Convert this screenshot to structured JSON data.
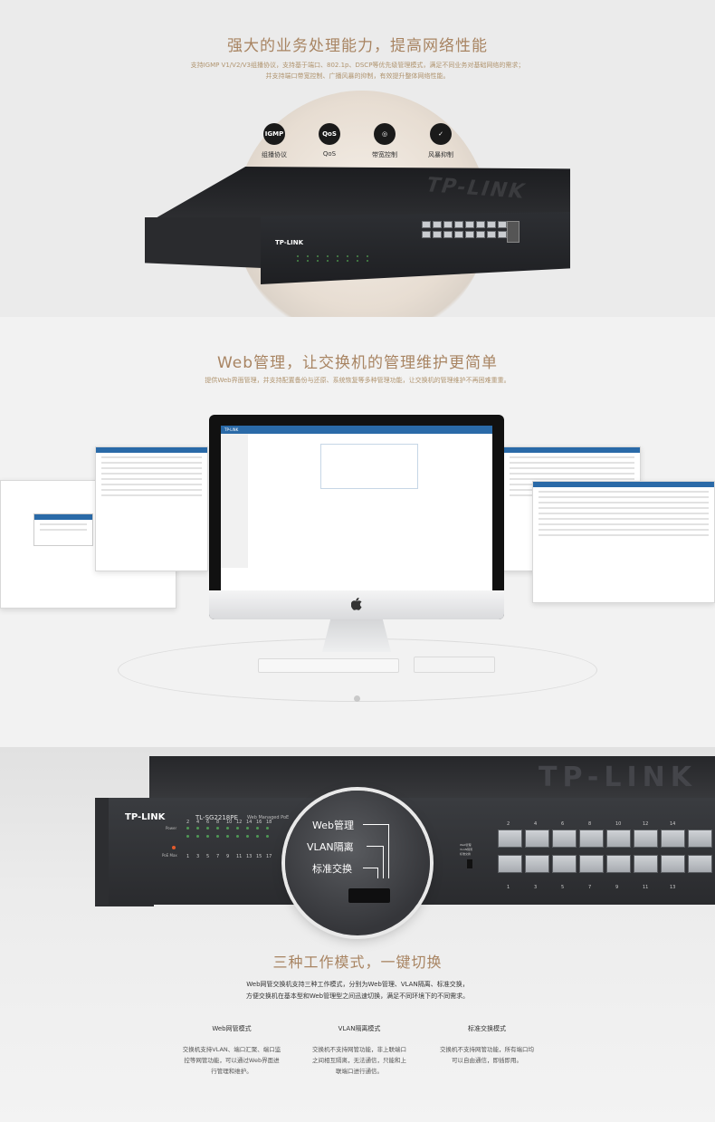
{
  "section1": {
    "title": "强大的业务处理能力，提高网络性能",
    "desc_line1": "支持IGMP V1/V2/V3组播协议，支持基于端口、802.1p、DSCP等优先级管理模式，满足不同业务对基础网络的需求；",
    "desc_line2": "并支持端口带宽控制、广播风暴的抑制，有效提升整体网络性能。",
    "features": [
      {
        "icon_text": "IGMP",
        "icon": "igmp-icon",
        "label": "组播协议"
      },
      {
        "icon_text": "QoS",
        "icon": "qos-icon",
        "label": "QoS"
      },
      {
        "icon_text": "◎",
        "icon": "bandwidth-icon",
        "label": "带宽控制"
      },
      {
        "icon_text": "✓",
        "icon": "storm-icon",
        "label": "风暴抑制"
      }
    ],
    "switch_brand": "TP-LINK",
    "switch_emboss": "TP-LINK"
  },
  "section2": {
    "title": "Web管理，让交换机的管理维护更简单",
    "desc": "提供Web界面管理，并支持配置备份与还原、系统恢复等多种管理功能，让交换机的管理维护不再困难重重。",
    "screen_brand": "TP-LINK",
    "apple_logo": ""
  },
  "section3": {
    "emboss": "TP-LINK",
    "brand": "TP-LINK",
    "model": "TL-SG2218PE",
    "model_sub": "Web Managed PoE",
    "power_label": "Power",
    "poe_label": "PoE Max",
    "led_top_numbers": [
      "2",
      "4",
      "6",
      "8",
      "10",
      "12",
      "14",
      "16",
      "18"
    ],
    "led_bottom_numbers": [
      "1",
      "3",
      "5",
      "7",
      "9",
      "11",
      "13",
      "15",
      "17"
    ],
    "port_top_numbers": [
      "2",
      "4",
      "6",
      "8",
      "10",
      "12",
      "14"
    ],
    "port_bottom_numbers": [
      "1",
      "3",
      "5",
      "7",
      "9",
      "11",
      "13"
    ],
    "mini_labels": [
      "Web管理",
      "VLAN隔离",
      "标准交换"
    ],
    "lens_options": [
      "Web管理",
      "VLAN隔离",
      "标准交换"
    ],
    "mode_title": "三种工作模式，一键切换",
    "mode_desc_line1": "Web网管交换机支持三种工作模式，分别为Web管理、VLAN隔离、标准交换，",
    "mode_desc_line2": "方便交换机在基本型和Web管理型之间迅速切换，满足不同环境下的不同需求。",
    "modes": [
      {
        "title": "Web网管模式",
        "lines": [
          "交换机支持VLAN、端口汇聚、端口监",
          "控等网管功能，可以通过Web界面进",
          "行管理和维护。"
        ]
      },
      {
        "title": "VLAN隔离模式",
        "lines": [
          "交换机不支持网管功能，非上联端口",
          "之间相互隔离，无法通信，只能和上",
          "联端口进行通信。"
        ]
      },
      {
        "title": "标准交换模式",
        "lines": [
          "交换机不支持网管功能，所有端口均",
          "可以自由通信，即插即用。"
        ]
      }
    ]
  }
}
